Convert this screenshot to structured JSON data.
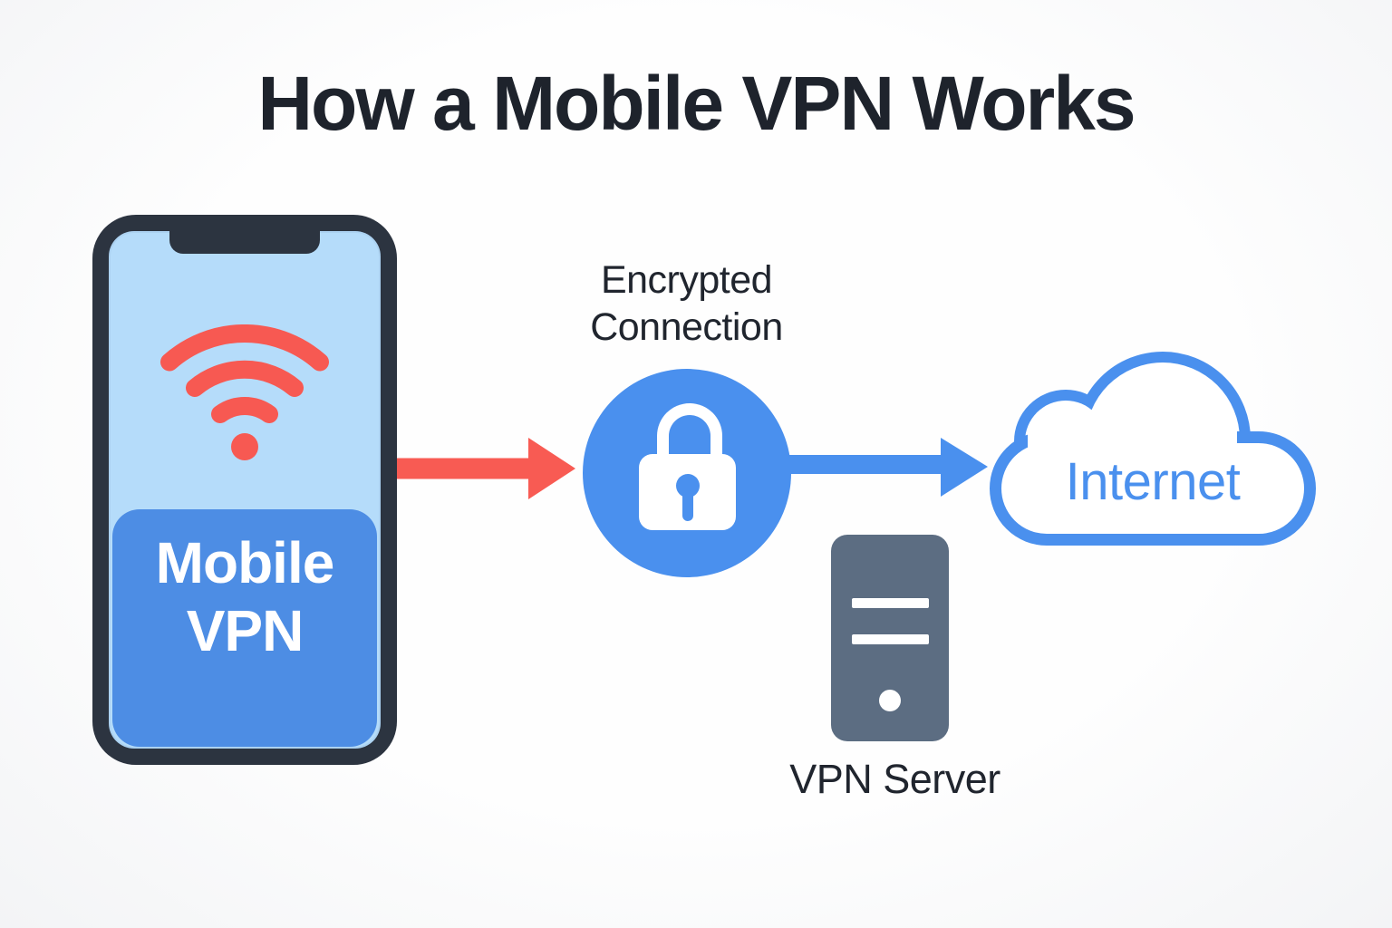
{
  "title": "How a Mobile VPN Works",
  "phone": {
    "screen_label_line1": "Mobile",
    "screen_label_line2": "VPN",
    "wifi_icon": "wifi-signal"
  },
  "encrypted_connection": {
    "label_line1": "Encrypted",
    "label_line2": "Connection",
    "lock_icon": "padlock"
  },
  "internet": {
    "label": "Internet",
    "cloud_icon": "cloud-outline"
  },
  "vpn_server": {
    "label": "VPN Server",
    "server_icon": "server-tower"
  },
  "arrows": {
    "phone_to_lock": "red-right-arrow",
    "lock_to_internet": "blue-right-arrow"
  },
  "colors": {
    "accent_red": "#f85b53",
    "accent_blue": "#4a90ee",
    "panel_blue": "#4d8de4",
    "screen_blue": "#b5dcfa",
    "frame_dark": "#2c3440",
    "server_gray": "#5c6d82",
    "text_dark": "#20252e",
    "background": "#fafbfc"
  }
}
